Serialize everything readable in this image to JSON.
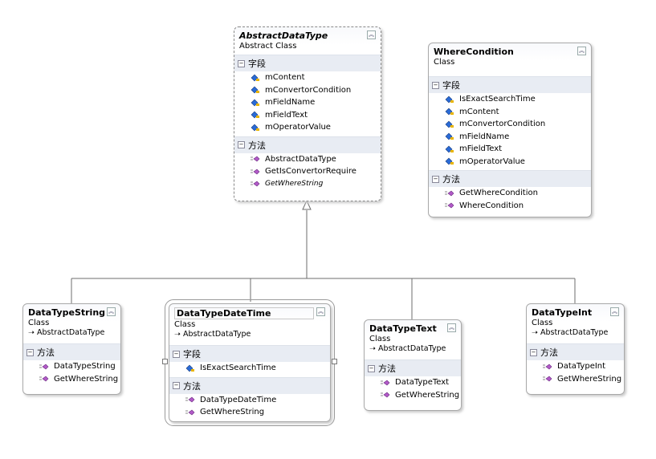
{
  "icons": {
    "field": "field-icon",
    "method": "method-icon",
    "inherit": "inheritance-arrow-icon",
    "collapse": "collapse-chevron-icon",
    "section": "section-collapse-icon"
  },
  "colors": {
    "field_icon": "#2a6bd6",
    "method_icon": "#b25ac8",
    "connector": "#6e6e6e"
  },
  "abstract": {
    "title": "AbstractDataType",
    "kind": "Abstract Class",
    "fields_label": "字段",
    "fields": [
      "mContent",
      "mConvertorCondition",
      "mFieldName",
      "mFieldText",
      "mOperatorValue"
    ],
    "methods_label": "方法",
    "methods": [
      "AbstractDataType",
      "GetIsConvertorRequire"
    ],
    "abstract_method": "GetWhereString"
  },
  "where": {
    "title": "WhereCondition",
    "kind": "Class",
    "fields_label": "字段",
    "fields": [
      "IsExactSearchTime",
      "mContent",
      "mConvertorCondition",
      "mFieldName",
      "mFieldText",
      "mOperatorValue"
    ],
    "methods_label": "方法",
    "methods": [
      "GetWhereCondition",
      "WhereCondition"
    ]
  },
  "dtString": {
    "title": "DataTypeString",
    "kind": "Class",
    "base": "AbstractDataType",
    "methods_label": "方法",
    "methods": [
      "DataTypeString",
      "GetWhereString"
    ]
  },
  "dtDateTime": {
    "title": "DataTypeDateTime",
    "kind": "Class",
    "base": "AbstractDataType",
    "fields_label": "字段",
    "fields": [
      "IsExactSearchTime"
    ],
    "methods_label": "方法",
    "methods": [
      "DataTypeDateTime",
      "GetWhereString"
    ]
  },
  "dtText": {
    "title": "DataTypeText",
    "kind": "Class",
    "base": "AbstractDataType",
    "methods_label": "方法",
    "methods": [
      "DataTypeText",
      "GetWhereString"
    ]
  },
  "dtInt": {
    "title": "DataTypeInt",
    "kind": "Class",
    "base": "AbstractDataType",
    "methods_label": "方法",
    "methods": [
      "DataTypeInt",
      "GetWhereString"
    ]
  }
}
